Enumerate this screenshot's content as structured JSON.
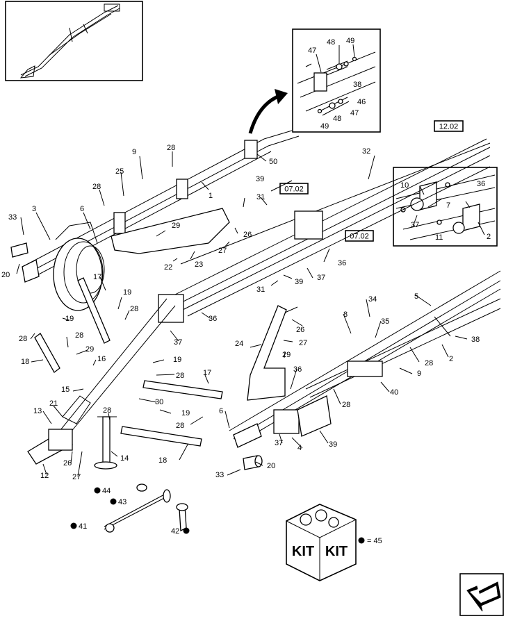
{
  "ref_boxes": [
    {
      "id": "ref-12-02",
      "label": "12.02"
    },
    {
      "id": "ref-07-02-a",
      "label": "07.02"
    },
    {
      "id": "ref-07-02-b",
      "label": "07.02"
    }
  ],
  "callouts": {
    "c1": "1",
    "c2a": "2",
    "c2b": "2",
    "c3": "3",
    "c4": "4",
    "c5": "5",
    "c6a": "6",
    "c6b": "6",
    "c7": "7",
    "c8": "8",
    "c9a": "9",
    "c9b": "9",
    "c10": "10",
    "c11": "11",
    "c12": "12",
    "c13": "13",
    "c14": "14",
    "c15": "15",
    "c16": "16",
    "c17a": "17",
    "c17b": "17",
    "c18a": "18",
    "c18b": "18",
    "c19a": "19",
    "c19b": "19",
    "c19c": "19",
    "c19d": "19",
    "c20a": "20",
    "c20b": "20",
    "c21": "21",
    "c22": "22",
    "c23": "23",
    "c24": "24",
    "c25": "25",
    "c26a": "26",
    "c26b": "26",
    "c26c": "26",
    "c27a": "27",
    "c27b": "27",
    "c27c": "27",
    "c28a": "28",
    "c28b": "28",
    "c28c": "28",
    "c28d": "28",
    "c28e": "28",
    "c28f": "28",
    "c28g": "28",
    "c28h": "28",
    "c28i": "28",
    "c28j": "28",
    "c29a": "29",
    "c29b": "29",
    "c29c": "29",
    "c30": "30",
    "c31a": "31",
    "c31b": "31",
    "c32": "32",
    "c33a": "33",
    "c33b": "33",
    "c34": "34",
    "c35": "35",
    "c36a": "36",
    "c36b": "36",
    "c36c": "36",
    "c36d": "36",
    "c37a": "37",
    "c37b": "37",
    "c37c": "37",
    "c37d": "37",
    "c38a": "38",
    "c38b": "38",
    "c39a": "39",
    "c39b": "39",
    "c39c": "39",
    "c40": "40",
    "c41": "41",
    "c42": "42",
    "c43": "43",
    "c44": "44",
    "c46": "46",
    "c47a": "47",
    "c47b": "47",
    "c48a": "48",
    "c48b": "48",
    "c49a": "49",
    "c49b": "49",
    "c50": "50"
  },
  "kit": {
    "label_left": "KIT",
    "label_right": "KIT",
    "legend": "= 45"
  }
}
